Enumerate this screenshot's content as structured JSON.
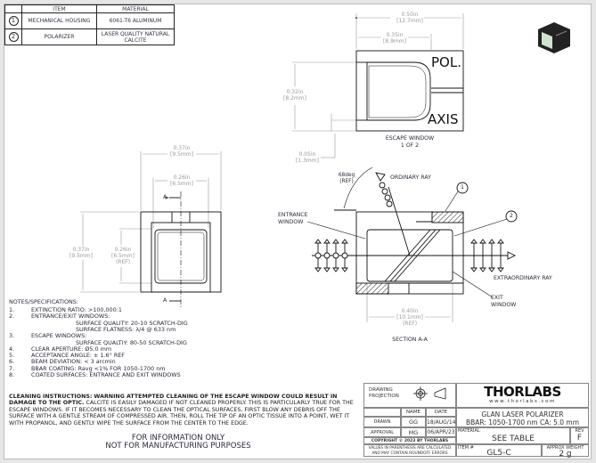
{
  "bom": {
    "headers": [
      "",
      "ITEM",
      "MATERIAL"
    ],
    "rows": [
      {
        "num": "1",
        "item": "MECHANICAL HOUSING",
        "material": "6061-T6 ALUMINUM"
      },
      {
        "num": "2",
        "item": "POLARIZER",
        "material": "LASER QUALITY NATURAL CALCITE"
      }
    ]
  },
  "top_view": {
    "dim_width": "0.50in",
    "dim_width_mm": "[12.7mm]",
    "dim_inner": "0.35in",
    "dim_inner_mm": "[8.9mm]",
    "dim_height": "0.32in",
    "dim_height_mm": "[8.2mm]",
    "dim_offset": "0.05in",
    "dim_offset_mm": "[1.3mm]",
    "engrave_top": "POL.",
    "engrave_bottom": "AXIS",
    "caption1": "ESCAPE WINDOW",
    "caption2": "1 OF 2"
  },
  "end_view": {
    "dim_w": "0.37in",
    "dim_w_mm": "[9.5mm]",
    "dim_aperture": "0.26in",
    "dim_aperture_mm": "[6.5mm]",
    "dim_h": "0.37in",
    "dim_h_mm": "[9.5mm]",
    "dim_ap_h": "0.26in",
    "dim_ap_h_mm": "[6.5mm]",
    "ref": "(REF)",
    "section_mark": "A"
  },
  "section": {
    "angle": "68deg",
    "angle_ref": "(REF)",
    "ordinary_ray": "ORDINARY RAY",
    "entrance1": "ENTRANCE",
    "entrance2": "WINDOW",
    "balloon1": "1",
    "balloon2": "2",
    "extraordinary": "EXTRAORDINARY RAY",
    "exit1": "EXIT",
    "exit2": "WINDOW",
    "dim_len": "0.40in",
    "dim_len_mm": "[10.1mm]",
    "dim_ref": "(REF)",
    "title": "SECTION A-A"
  },
  "notes": {
    "title": "NOTES/SPECIFICATIONS:",
    "items": [
      {
        "n": "1.",
        "text": "EXTINCTION RATIO: >100,000:1"
      },
      {
        "n": "2.",
        "text": "ENTRANCE/EXIT WINDOWS:"
      },
      {
        "n": "",
        "text": "SURFACE QUALITY: 20-10 SCRATCH-DIG"
      },
      {
        "n": "",
        "text": "SURFACE FLATNESS: λ/4 @ 633 nm"
      },
      {
        "n": "3.",
        "text": "ESCAPE WINDOWS:"
      },
      {
        "n": "",
        "text": "SURFACE QUALTIY: 80-50 SCRATCH-DIG"
      },
      {
        "n": "4.",
        "text": "CLEAR APERTURE: Ø5.0 mm"
      },
      {
        "n": "5.",
        "text": "ACCEPTANCE ANGLE: ± 1.6° REF"
      },
      {
        "n": "6.",
        "text": "BEAM DEVIATION: < 3 arcmin"
      },
      {
        "n": "7.",
        "text": "BBAR COATING: Ravg <1% FOR 1050-1700 nm"
      },
      {
        "n": "8.",
        "text": "COATED SURFACES: ENTRANCE AND EXIT WINDOWS"
      }
    ]
  },
  "cleaning": {
    "label": "CLEANING INSTRUCTIONS:",
    "warning": "WARNING ATTEMPTED CLEANING OF THE ESCAPE WINDOW COULD RESULT IN DAMAGE TO THE OPTIC.",
    "body": "CALCITE IS EASILY DAMAGED IF NOT CLEANED PROPERLY.  THIS IS PARTICULARLY TRUE FOR THE ESCAPE WINDOWS.  IF IT BECOMES NECESSARY TO CLEAN THE OPTICAL SURFACES, FIRST BLOW ANY DEBRIS OFF THE SURFACE WITH A GENTLE STREAM OF COMPRESSED AIR.  THEN, ROLL THE TIP OF AN OPTIC TISSUE INTO A POINT, WET IT WITH PROPANOL, AND GENTLY WIPE THE SURFACE FROM THE CENTER TO THE EDGE."
  },
  "disclaimer": {
    "line1": "FOR INFORMATION ONLY",
    "line2": "NOT FOR MANUFACTURING PURPOSES"
  },
  "title_block": {
    "projection_label": "DRAWING PROJECTION",
    "name_h": "NAME",
    "date_h": "DATE",
    "drawn_label": "DRAWN",
    "drawn_name": "GG",
    "drawn_date": "18/AUG/14",
    "approval_label": "APPROVAL",
    "approval_name": "MG",
    "approval_date": "06/APR/23",
    "copyright": "COPYRIGHT © 2023 BY THORLABS",
    "values_note": "VALUES IN PARENTHESIS ARE CALCULATED AND MAY CONTAIN ROUNDOFF ERRORS",
    "logo": "THORLABS",
    "url": "www.thorlabs.com",
    "title": "GLAN LASER POLARIZER",
    "subtitle": "BBAR: 1050-1700 nm CA: 5.0 mm",
    "material_label": "MATERIAL",
    "material": "SEE TABLE",
    "rev_label": "REV",
    "rev": "F",
    "item_label": "ITEM #",
    "item": "GL5-C",
    "weight_label": "APPROX WEIGHT",
    "weight": "2 g"
  }
}
